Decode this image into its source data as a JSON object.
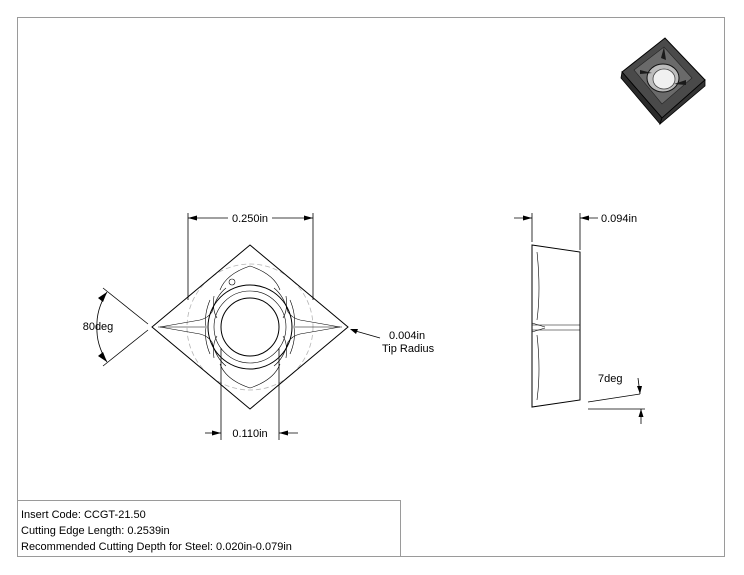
{
  "dimensions": {
    "width_label": "0.250in",
    "angle_label": "80deg",
    "radius_value": "0.004in",
    "radius_caption": "Tip Radius",
    "hole_width_label": "0.110in",
    "thickness_label": "0.094in",
    "relief_angle_label": "7deg"
  },
  "title_block": {
    "insert_code": "Insert Code: CCGT-21.50",
    "edge_length": "Cutting Edge Length: 0.2539in",
    "cutting_depth": "Recommended Cutting Depth for Steel: 0.020in-0.079in"
  },
  "colors": {
    "line": "#000000",
    "hidden_line": "#b5b5b5",
    "border": "#9a9a9a",
    "render_dark": "#3a3a3a"
  }
}
